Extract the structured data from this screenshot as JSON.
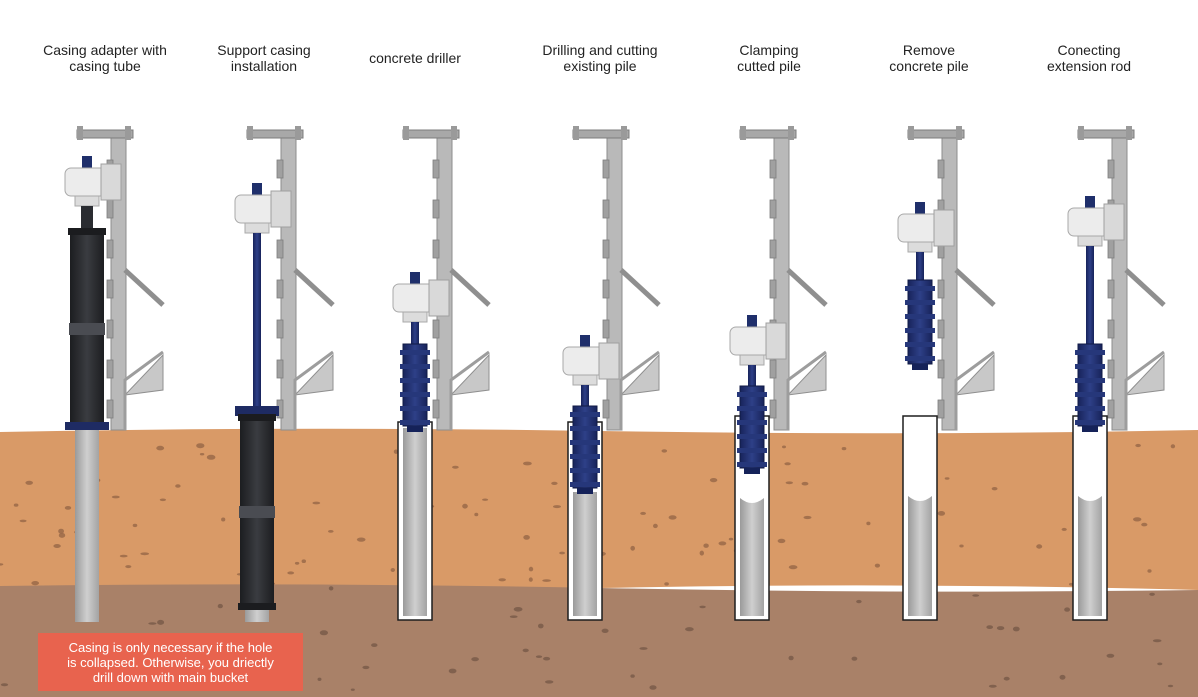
{
  "steps": [
    {
      "line1": "Casing adapter with",
      "line2": "casing tube"
    },
    {
      "line1": "Support casing",
      "line2": "installation"
    },
    {
      "line1": "concrete driller",
      "line2": ""
    },
    {
      "line1": "Drilling and cutting",
      "line2": "existing pile"
    },
    {
      "line1": "Clamping",
      "line2": "cutted pile"
    },
    {
      "line1": "Remove",
      "line2": "concrete pile"
    },
    {
      "line1": "Conecting",
      "line2": "extension rod"
    }
  ],
  "note": {
    "line1": "Casing is only necessary if the hole",
    "line2": "is collapsed.  Otherwise, you driectly",
    "line3": "drill down with main bucket"
  },
  "colors": {
    "sky": "#ffffff",
    "soil_top": "#d99a67",
    "soil_bottom": "#a98168",
    "pebble": "#7f5f4c",
    "steel": "#c4c4c4",
    "steel_dark": "#8d8d8d",
    "casing": "#2b2d31",
    "tool": "#1f2f6b",
    "note_bg": "#e8634e"
  }
}
